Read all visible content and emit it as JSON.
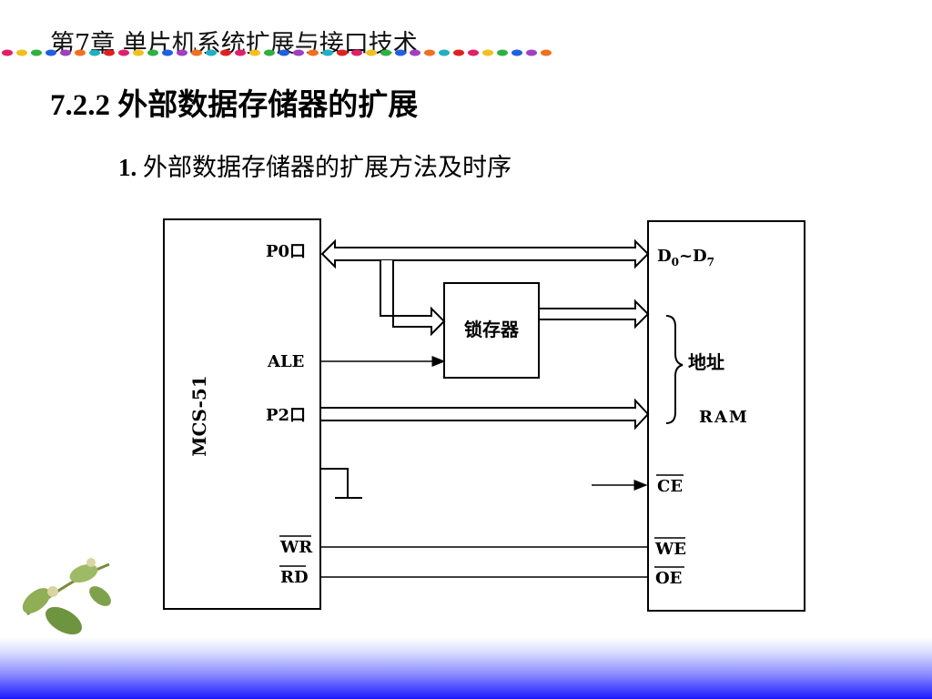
{
  "header": {
    "title": "第7章  单片机系统扩展与接口技术"
  },
  "section": {
    "title": "7.2.2 外部数据存储器的扩展"
  },
  "subsection": {
    "number": "1.",
    "title": "外部数据存储器的扩展方法及时序"
  },
  "diagram": {
    "mcu_label": "MCS-51",
    "p0_label": "P0口",
    "ale_label": "ALE",
    "p2_label": "P2口",
    "wr_label": "WR",
    "rd_label": "RD",
    "latch_label": "锁存器",
    "data_bus_label": "D",
    "data_bus_sub0": "0",
    "data_bus_tilde": "~D",
    "data_bus_sub7": "7",
    "address_label": "地址",
    "ram_label": "RAM",
    "ce_label": "CE",
    "we_label": "WE",
    "oe_label": "OE"
  }
}
